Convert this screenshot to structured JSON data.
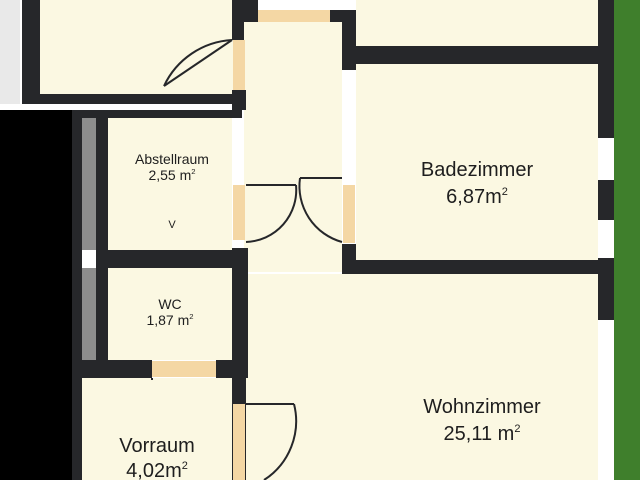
{
  "colors": {
    "room_fill": "#fbf8e2",
    "wall": "#26272a",
    "door_panel": "#f4d7a4",
    "exterior_grass": "#3f7f2c",
    "shaft_grey": "#8d8d8d",
    "outside_black": "#000000"
  },
  "rooms": [
    {
      "id": "abstellraum",
      "name": "Abstellraum",
      "area": "2,55 m",
      "unit_sup": "2",
      "note": "V"
    },
    {
      "id": "badezimmer",
      "name": "Badezimmer",
      "area": "6,87m",
      "unit_sup": "2"
    },
    {
      "id": "wc",
      "name": "WC",
      "area": "1,87 m",
      "unit_sup": "2"
    },
    {
      "id": "wohnzimmer",
      "name": "Wohnzimmer",
      "area": "25,11 m",
      "unit_sup": "2"
    },
    {
      "id": "vorraum",
      "name": "Vorraum",
      "area": "4,02m",
      "unit_sup": "2"
    }
  ]
}
